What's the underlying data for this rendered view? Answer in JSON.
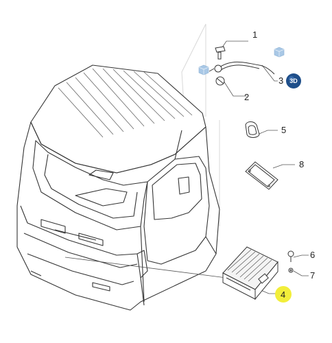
{
  "diagram": {
    "callouts": [
      {
        "id": "1",
        "label": "1"
      },
      {
        "id": "2",
        "label": "2"
      },
      {
        "id": "3",
        "label": "3"
      },
      {
        "id": "4",
        "label": "4"
      },
      {
        "id": "5",
        "label": "5"
      },
      {
        "id": "6",
        "label": "6"
      },
      {
        "id": "7",
        "label": "7"
      },
      {
        "id": "8",
        "label": "8"
      }
    ],
    "badge_3d": "3D",
    "highlight_color": "#f2ee3a",
    "badge_color": "#1f4f8a",
    "cube_color": "#a9c8e6"
  }
}
